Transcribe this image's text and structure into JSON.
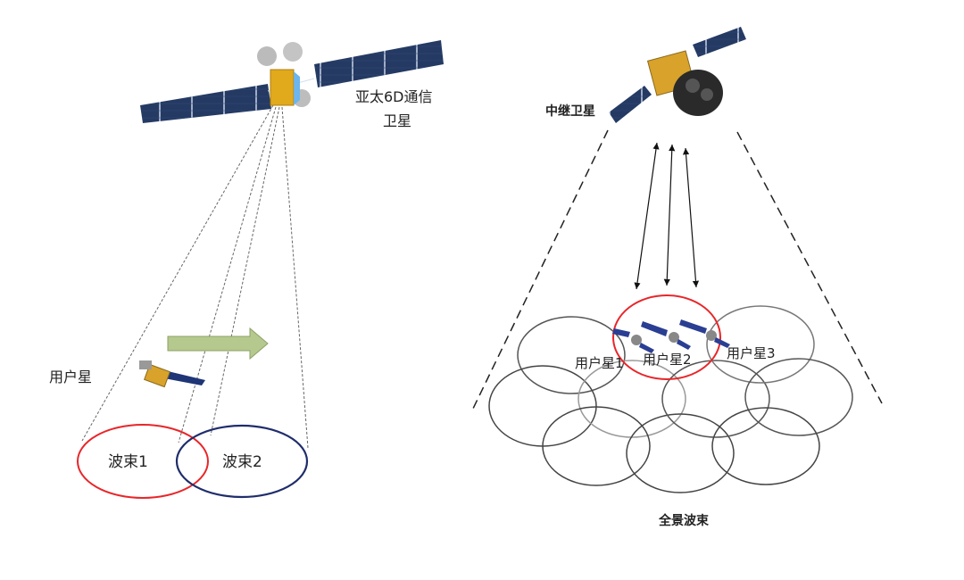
{
  "left": {
    "geo_satellite_label_line1": "亚太6D通信",
    "geo_satellite_label_line2": "卫星",
    "user_satellite_label": "用户星",
    "beam1_label": "波束1",
    "beam2_label": "波束2",
    "colors": {
      "beam1": "#e8262a",
      "beam2": "#1f2d6b",
      "arrow": "#b5c98e"
    }
  },
  "right": {
    "relay_satellite_label": "中继卫星",
    "user_satellites": [
      "用户星1",
      "用户星2",
      "用户星3"
    ],
    "panoramic_beam_label": "全景波束",
    "colors": {
      "highlight": "#e8262a",
      "beam": "#555555"
    }
  }
}
